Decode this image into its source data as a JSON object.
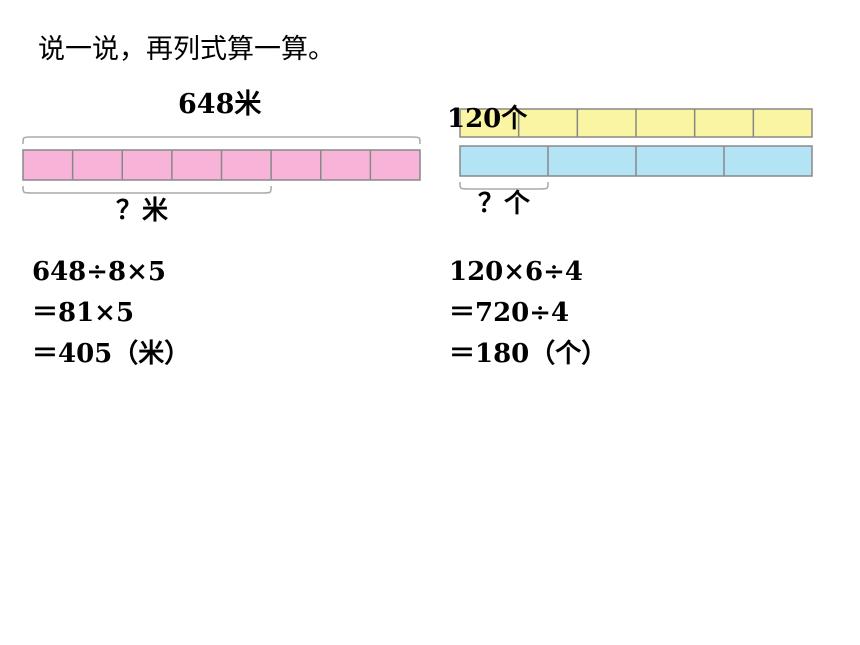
{
  "title": "说一说，再列式算一算。",
  "left": {
    "total_label": "648米",
    "question_label": "？米",
    "segments": 8,
    "question_segments": 5,
    "calc": [
      "648÷8×5",
      "＝81×5",
      "＝405（米）"
    ],
    "color": "#f7b3d8"
  },
  "right": {
    "total_label": "120个",
    "question_label": "？个",
    "top_segments": 6,
    "bottom_segments": 4,
    "question_segments": 1,
    "calc": [
      "120×6÷4",
      "＝720÷4",
      "＝180（个）"
    ],
    "top_color": "#f9f5a3",
    "bottom_color": "#b3e4f6"
  }
}
